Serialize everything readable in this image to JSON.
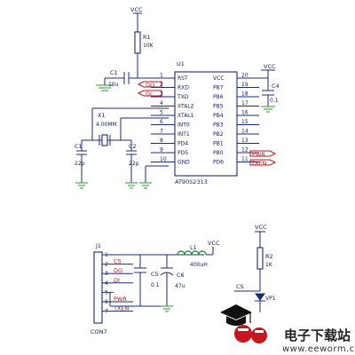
{
  "colors": {
    "wire": "#1c2a7e",
    "net_label": "#c01818",
    "ground": "#2a9a2a",
    "logo_red": "#c8161d"
  },
  "power_label": "VCC",
  "u1": {
    "ref": "U1",
    "part": "AT90S2313",
    "pins_left": [
      {
        "num": "1",
        "name": "RST"
      },
      {
        "num": "2",
        "name": "RXD"
      },
      {
        "num": "3",
        "name": "TXD"
      },
      {
        "num": "4",
        "name": "XTAL2"
      },
      {
        "num": "5",
        "name": "XTAL1"
      },
      {
        "num": "6",
        "name": "INT0"
      },
      {
        "num": "7",
        "name": "INT1"
      },
      {
        "num": "8",
        "name": "PD4"
      },
      {
        "num": "9",
        "name": "PD5"
      },
      {
        "num": "10",
        "name": "GND"
      }
    ],
    "pins_right": [
      {
        "num": "20",
        "name": "VCC"
      },
      {
        "num": "19",
        "name": "PB7"
      },
      {
        "num": "18",
        "name": "PB6"
      },
      {
        "num": "17",
        "name": "PB5"
      },
      {
        "num": "16",
        "name": "PB4"
      },
      {
        "num": "15",
        "name": "PB3"
      },
      {
        "num": "14",
        "name": "PB2"
      },
      {
        "num": "13",
        "name": "PB1"
      },
      {
        "num": "12",
        "name": "PB0"
      },
      {
        "num": "11",
        "name": "PD6"
      }
    ]
  },
  "nets_top": [
    "DO",
    "DI",
    "PWR",
    "TXEN",
    "CS"
  ],
  "r1": {
    "ref": "R1",
    "value": "10K"
  },
  "c1": {
    "ref": "C1",
    "value": "10u"
  },
  "c4": {
    "ref": "C4",
    "value": "0.1"
  },
  "x1": {
    "ref": "X1",
    "value": "4.00MM"
  },
  "cx1": {
    "ref": "C1",
    "value": "22p"
  },
  "cx2": {
    "ref": "C2",
    "value": "22p"
  },
  "j1": {
    "ref": "J1",
    "part": "CON7",
    "pins": [
      "1",
      "2",
      "3",
      "4",
      "5",
      "6",
      "7"
    ],
    "nets": [
      "CS",
      "DO",
      "DI",
      "PWR",
      "TXEN"
    ]
  },
  "c5": {
    "ref": "C5",
    "value": "0.1"
  },
  "c6": {
    "ref": "C6",
    "value": "47u"
  },
  "l1": {
    "ref": "L1",
    "value": "400uH"
  },
  "r2": {
    "ref": "R2",
    "value": "1K"
  },
  "led": {
    "ref": "VP1",
    "net": "CS"
  },
  "watermark": {
    "chars": [
      "电",
      "子",
      "下",
      "载",
      "站"
    ],
    "url": "www.eeworm.com"
  }
}
